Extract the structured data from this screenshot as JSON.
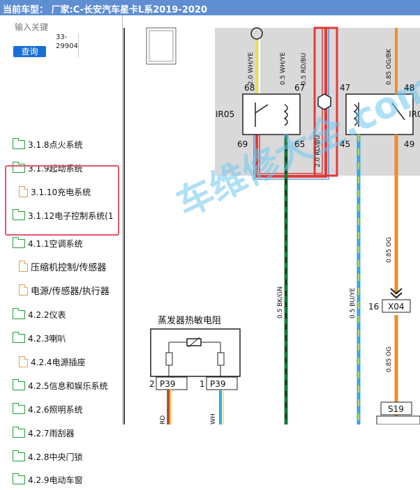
{
  "title_bar": {
    "text": "当前车型：  厂家:C-长安汽车星卡L系2019-2020"
  },
  "search": {
    "placeholder": "输入关键",
    "button_label": "查询",
    "page_value": "33-29904"
  },
  "tree": {
    "items": [
      {
        "label": "3.1.8点火系统",
        "icon": "folder-icon",
        "indent": 0
      },
      {
        "label": "3.1.9起动系统",
        "icon": "folder-icon",
        "indent": 0
      },
      {
        "label": "3.1.10充电系统",
        "icon": "document-icon",
        "indent": 1
      },
      {
        "label": "3.1.12电子控制系统(1",
        "icon": "folder-icon",
        "indent": 0
      },
      {
        "label": "4.1.1空调系统",
        "icon": "folder-icon",
        "indent": 0
      },
      {
        "label": "压缩机控制/传感器",
        "icon": "document-icon",
        "indent": 1
      },
      {
        "label": "电源/传感器/执行器",
        "icon": "document-icon",
        "indent": 1
      },
      {
        "label": "4.2.2仪表",
        "icon": "folder-icon",
        "indent": 0
      },
      {
        "label": "4.2.3喇叭",
        "icon": "folder-icon",
        "indent": 0
      },
      {
        "label": "4.2.4电源插座",
        "icon": "document-icon",
        "indent": 1
      },
      {
        "label": "4.2.5信息和娱乐系统",
        "icon": "folder-icon",
        "indent": 0
      },
      {
        "label": "4.2.6照明系统",
        "icon": "folder-icon",
        "indent": 0
      },
      {
        "label": "4.2.7雨刮器",
        "icon": "folder-icon",
        "indent": 0
      },
      {
        "label": "4.2.8中央门锁",
        "icon": "folder-icon",
        "indent": 0
      },
      {
        "label": "4.2.9电动车窗",
        "icon": "folder-icon",
        "indent": 0
      }
    ]
  },
  "diagram": {
    "watermark": "车维修大全.com",
    "relay_left": {
      "name": "IR05",
      "pins": [
        "68",
        "67",
        "69",
        "65"
      ]
    },
    "relay_right": {
      "name": "IR0",
      "pins": [
        "47",
        "48",
        "45",
        "49"
      ]
    },
    "wire_labels": [
      "2.0 WH/YE",
      "0.5 WH/YE",
      "0.5 RD/BU",
      "2.0 RD/BU",
      "0.85 OG/BK",
      "0.5 BK/GN",
      "0.5 BU/YE",
      "0.85 OG",
      "0.85 OG",
      "RD",
      "WH"
    ],
    "connector_x04": {
      "pin": "16",
      "name": "X04"
    },
    "connector_s19": {
      "name": "S19"
    },
    "sensor": {
      "title": "蒸发器热敏电阻",
      "pins": [
        {
          "pin": "2",
          "name": "P39"
        },
        {
          "pin": "1",
          "name": "P39"
        }
      ]
    },
    "colors": {
      "title_bar": "#5f8ed3",
      "red_wire": "#e03a3a",
      "orange_wire": "#f08c28",
      "green_wire": "#1a7a3a",
      "blue_wire": "#35a8e0",
      "yellow_wire": "#f0e040",
      "highlight": "#e0566a"
    }
  }
}
